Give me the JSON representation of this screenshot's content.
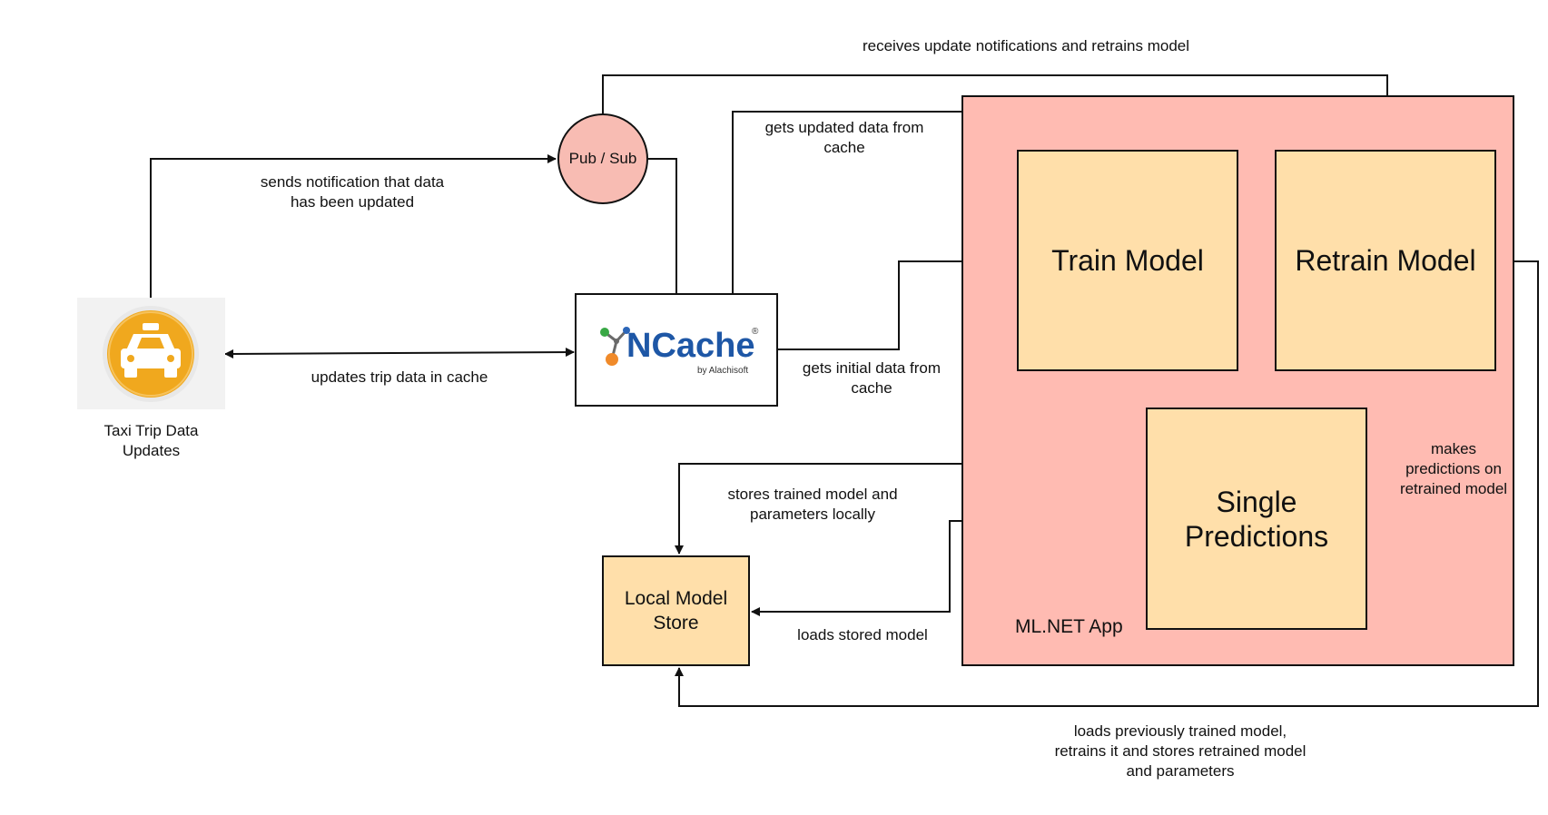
{
  "nodes": {
    "taxi": "Taxi Trip Data\nUpdates",
    "pubsub": "Pub / Sub",
    "ncache": {
      "brand": "NCache",
      "registered": "®",
      "byline": "by Alachisoft"
    },
    "train": "Train Model",
    "retrain": "Retrain Model",
    "single": "Single\nPredictions",
    "store": "Local Model\nStore",
    "mlapp": "ML.NET App"
  },
  "edges": {
    "updates_cache": "updates trip data in cache",
    "sends_notification": "sends notification that data\nhas been updated",
    "receives_update": "receives update notifications and retrains model",
    "gets_updated": "gets updated data from\ncache",
    "gets_initial": "gets initial data from\ncache",
    "stores_trained": "stores trained model and\nparameters locally",
    "loads_stored": "loads stored model",
    "makes_predictions": "makes\npredictions on\nretrained model",
    "loads_previously": "loads previously trained model,\nretrains it and stores retrained model\nand parameters"
  },
  "colors": {
    "ml_app_fill": "#ffbbb2",
    "model_fill": "#ffdfaa",
    "pubsub_fill": "#f8bcb3",
    "taxi_icon": "#f0a81e",
    "ncache_blue": "#1e57a6"
  }
}
